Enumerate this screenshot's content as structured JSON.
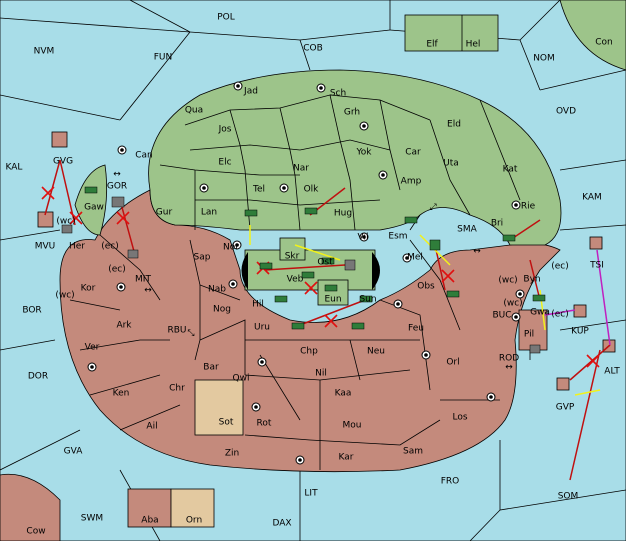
{
  "map": {
    "colors": {
      "sea": "#a8dde8",
      "northern_power": "#9dc48a",
      "southern_power": "#c48a7c",
      "neutral": "#e3c9a0",
      "move_order": "#c01010",
      "support_order": "#f2f21a",
      "convoy_order": "#c020c0"
    },
    "sea_labels": [
      "POL",
      "FUN",
      "COB",
      "NVM",
      "NOM",
      "OVD",
      "KAL",
      "KAM",
      "SMA",
      "GOR",
      "MIT",
      "RBU",
      "BOR",
      "BUC",
      "ROD",
      "DOR",
      "GVA",
      "FRO",
      "LIT",
      "SOM",
      "SWM",
      "DAX"
    ],
    "land_labels": [
      "Elf",
      "Hel",
      "Con",
      "Jad",
      "Sch",
      "Qua",
      "Jos",
      "Grh",
      "Can",
      "Eld",
      "Yok",
      "Car",
      "Elc",
      "Nar",
      "Uta",
      "Kat",
      "Tel",
      "Olk",
      "Amp",
      "Gur",
      "Lan",
      "Hug",
      "Rie",
      "Bri",
      "Esm",
      "Vil",
      "Skr",
      "Ost",
      "Sap",
      "Nor",
      "Mel",
      "Gaw",
      "GVG",
      "MVU",
      "Her",
      "Veb",
      "Obs",
      "Nab",
      "Hil",
      "Eun",
      "Sun",
      "Kor",
      "Byn",
      "Nog",
      "Gwa",
      "KUP",
      "TSI",
      "Ark",
      "Uru",
      "Feu",
      "Pil",
      "Chp",
      "Neu",
      "Ver",
      "Orl",
      "Bar",
      "Qwi",
      "Nil",
      "ALT",
      "GVP",
      "Chr",
      "Ken",
      "Kaa",
      "Sot",
      "Rot",
      "Ail",
      "Mou",
      "Los",
      "Zin",
      "Kar",
      "Sam",
      "Aba",
      "Orn",
      "Cow"
    ],
    "coast_notes": [
      "(wc)",
      "(ec)",
      "(ec)",
      "(wc)",
      "(ec)",
      "(wc)",
      "(ec)",
      "(wc)"
    ]
  }
}
